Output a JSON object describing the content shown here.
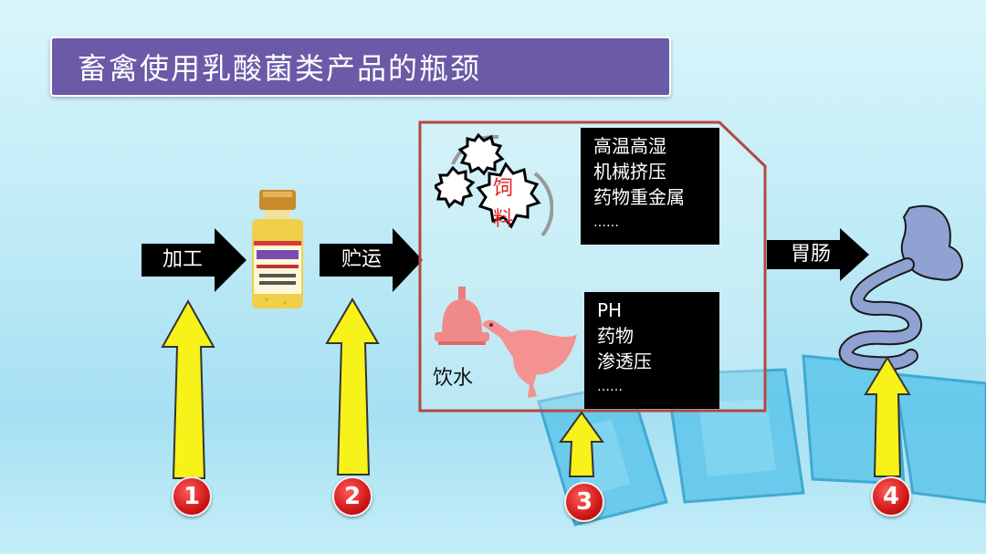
{
  "title": "畜禽使用乳酸菌类产品的瓶颈",
  "flow": {
    "processing": "加工",
    "storage_transport": "贮运",
    "gut": "胃肠"
  },
  "feed": {
    "label_1": "饲",
    "label_2": "料"
  },
  "feed_factors": [
    "高温高湿",
    "机械挤压",
    "药物重金属",
    "……"
  ],
  "water": {
    "label": "饮水"
  },
  "water_factors": [
    "PH",
    "药物",
    "渗透压",
    "……"
  ],
  "badges": [
    "1",
    "2",
    "3",
    "4"
  ],
  "colors": {
    "title_bg": "#6a5aa8",
    "arrow_yellow": "#f6f21a",
    "panel_border": "#b5473f",
    "badge_red": "#d01818"
  }
}
